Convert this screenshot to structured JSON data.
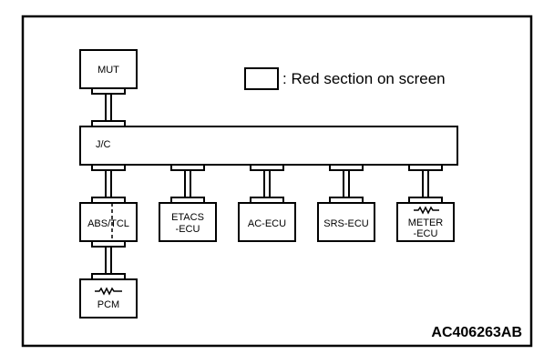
{
  "legend": {
    "text": ": Red section on screen"
  },
  "nodes": {
    "mut": "MUT",
    "jc": "J/C",
    "abs_tcl": "ABS/TCL",
    "etacs_line1": "ETACS",
    "etacs_line2": "-ECU",
    "ac_ecu": "AC-ECU",
    "srs_ecu": "SRS-ECU",
    "meter_line1": "METER",
    "meter_line2": "-ECU",
    "pcm": "PCM"
  },
  "figure_code": "AC406263AB",
  "colors": {
    "line": "#000000",
    "background": "#ffffff"
  }
}
